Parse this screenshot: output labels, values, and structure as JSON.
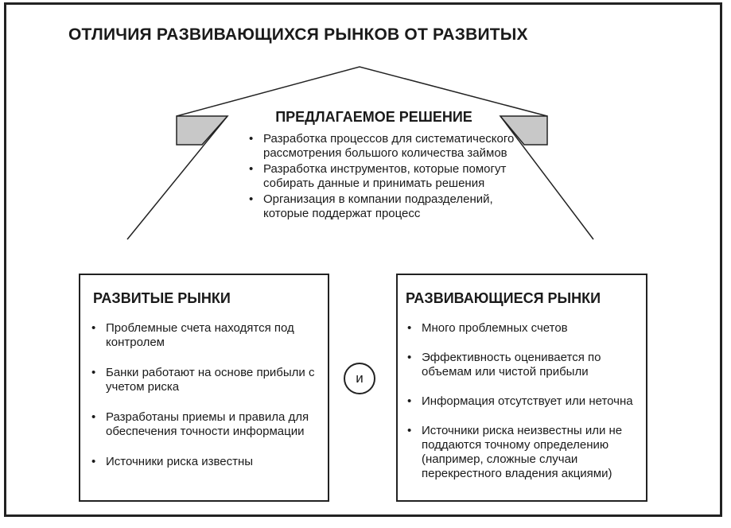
{
  "title": "ОТЛИЧИЯ РАЗВИВАЮЩИХСЯ РЫНКОВ ОТ РАЗВИТЫХ",
  "solution": {
    "title": "ПРЕДЛАГАЕМОЕ РЕШЕНИЕ",
    "items": [
      "Разработка процессов для систематического рассмотрения большого количества займов",
      "Разработка инструментов, которые помогут собирать данные и принимать решения",
      "Организация в компании подразделений, которые поддержат процесс"
    ]
  },
  "developed": {
    "title": "РАЗВИТЫЕ РЫНКИ",
    "items": [
      "Проблемные счета находятся под контролем",
      "Банки работают на основе прибыли с учетом риска",
      "Разработаны приемы и правила для обеспечения точности информации",
      "Источники риска известны"
    ]
  },
  "connector": "и",
  "developing": {
    "title": "РАЗВИВАЮЩИЕСЯ РЫНКИ",
    "items": [
      "Много проблемных счетов",
      "Эффективность оценивается по объемам или чистой прибыли",
      "Информация отсутствует или неточна",
      "Источники риска неизвестны или не поддаются точному определению (например, сложные случаи перекрестного владения акциями)"
    ]
  }
}
